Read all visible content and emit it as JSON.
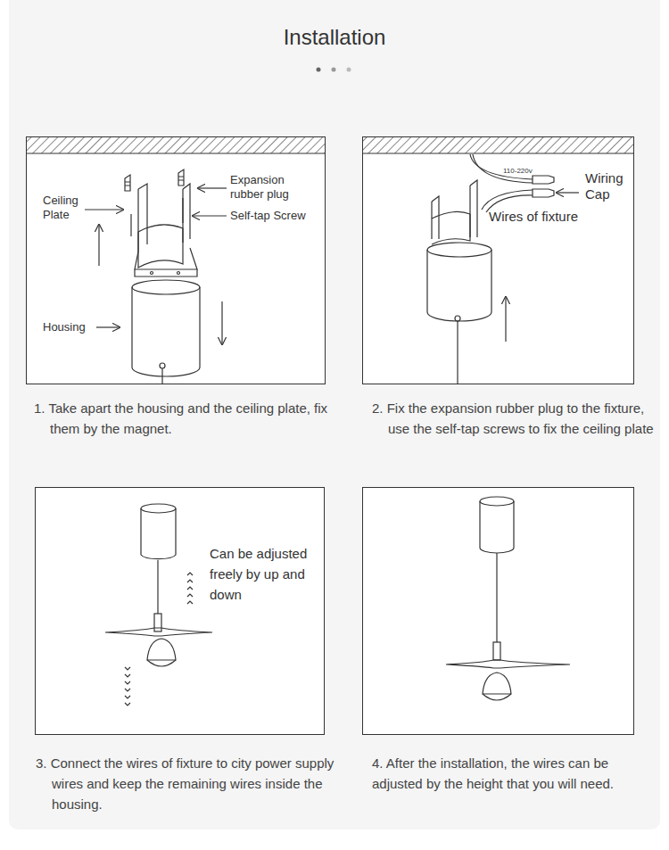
{
  "diagram": {
    "title": "Installation",
    "nodes": [
      {
        "text": [
          "Expansion rubber plug",
          "Ceiling Plate",
          "Self-tap Screw",
          "Housing",
          "1. Take apart the housing and the ceiling plate, fix them by the magnet."
        ]
      },
      {
        "text": [
          "110-220v",
          "Wiring Cap",
          "Wires of fixture",
          "2. Fix the expansion rubber plug to the fixture, use the self-tap screws to fix the ceiling plate"
        ]
      },
      {
        "text": [
          "Can be adjusted freely by up and down",
          "3. Connect the wires of fixture to city power supply wires and keep the remaining wires inside the housing."
        ]
      },
      {
        "text": [
          "4.  After the installation, the wires can be adjusted by the height that you will need."
        ]
      }
    ]
  }
}
